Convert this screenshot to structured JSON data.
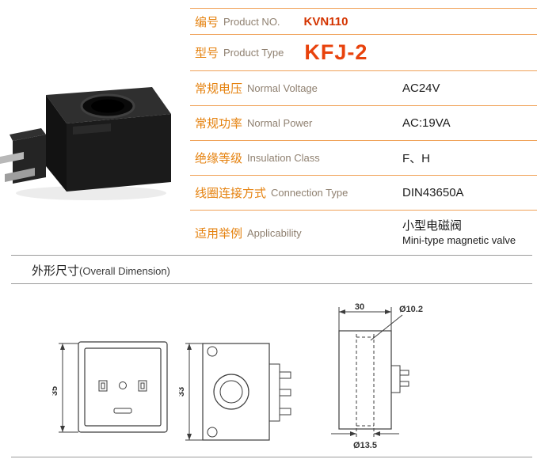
{
  "colors": {
    "label_orange": "#e5820f",
    "table_line_orange": "#f0a258",
    "product_no_red": "#d43400",
    "model_red": "#e8420c",
    "divider_gray": "#9a9a9a"
  },
  "spec_table": {
    "rows": [
      {
        "label_cn": "编号",
        "label_en": "Product NO.",
        "value": "KVN110"
      },
      {
        "label_cn": "型号",
        "label_en": "Product Type",
        "value": "KFJ-2"
      },
      {
        "label_cn": "常规电压",
        "label_en": "Normal Voltage",
        "value": "AC24V"
      },
      {
        "label_cn": "常规功率",
        "label_en": "Normal Power",
        "value": "AC:19VA"
      },
      {
        "label_cn": "绝缘等级",
        "label_en": "Insulation Class",
        "value": "F、H"
      },
      {
        "label_cn": "线圈连接方式",
        "label_en": "Connection Type",
        "value": "DIN43650A"
      },
      {
        "label_cn": "适用举例",
        "label_en": "Applicability",
        "value_line1": "小型电磁阀",
        "value_line2": "Mini-type magnetic valve"
      }
    ]
  },
  "section": {
    "title_cn": "外形尺寸",
    "title_en": "(Overall Dimension)"
  },
  "drawings": {
    "front_view": {
      "dim_height": "35"
    },
    "side_view": {
      "dim_height": "33"
    },
    "top_view": {
      "dim_width": "30",
      "dim_dia_small": "Ø10.2",
      "dim_dia_large": "Ø13.5"
    }
  }
}
